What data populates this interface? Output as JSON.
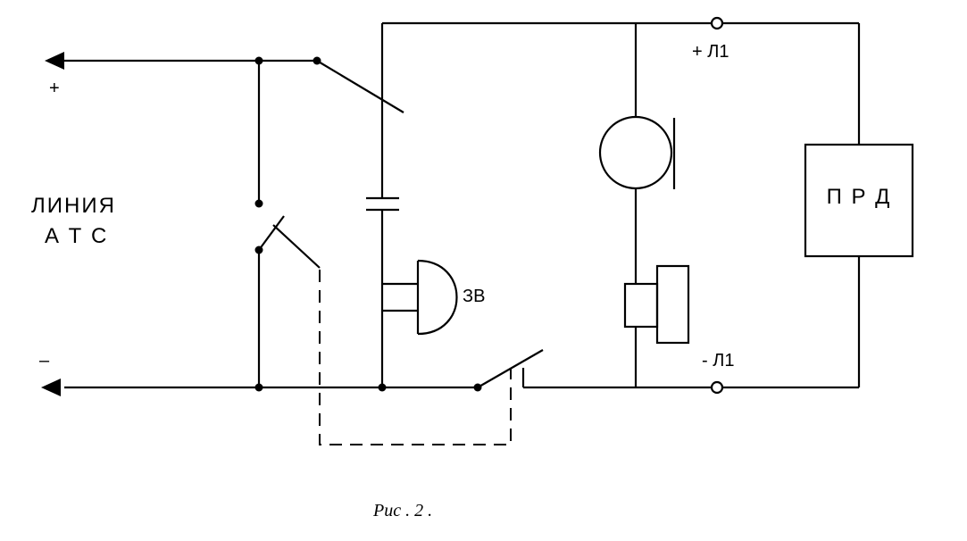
{
  "labels": {
    "plus": "+",
    "minus": "–",
    "line_1": "ЛИНИЯ",
    "line_2": "А Т С",
    "buzzer": "ЗВ",
    "plus_l1": "+ Л1",
    "minus_l1": "- Л1",
    "prd": "П Р Д"
  },
  "caption": "Рис . 2 ."
}
